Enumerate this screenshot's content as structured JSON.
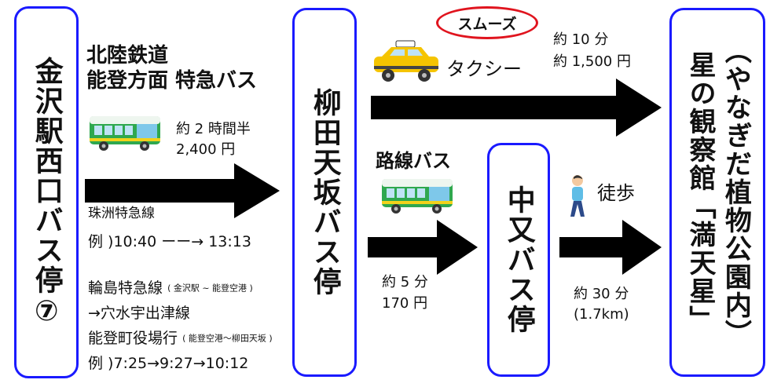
{
  "stations": {
    "kanazawa": "金沢駅西口バス停⑦",
    "yanagida": "柳田天坂バス停",
    "nakamata": "中又バス停",
    "observatory_sub": "（やなぎだ植物公園内）",
    "observatory": "星の観察館「満天星」"
  },
  "route1": {
    "operator": "北陸鉄道",
    "service": "能登方面 特急バス",
    "time": "約 2 時間半",
    "fare": "2,400 円",
    "line1_name": "珠洲特急線",
    "line1_example": "例 )10:40 ーー→ 13:13",
    "line2_name": "輪島特急線",
    "line2_note": "( 金沢駅 ~ 能登空港 )",
    "line2_cont": "→穴水宇出津線",
    "line3_name": "能登町役場行",
    "line3_note": "( 能登空港～柳田天坂 )",
    "line3_example": "例 )7:25→9:27→10:12"
  },
  "taxi": {
    "bubble": "スムーズ",
    "label": "タクシー",
    "time": "約 10 分",
    "fare": "約 1,500 円"
  },
  "route_bus": {
    "label": "路線バス",
    "time": "約 5 分",
    "fare": "170 円"
  },
  "walk": {
    "label": "徒歩",
    "time": "約 30 分",
    "distance": "(1.7km)"
  },
  "colors": {
    "border": "#1a1aff",
    "bubble": "#e0141e",
    "arrow": "#000000",
    "bus_green": "#2fa84f",
    "taxi_yellow": "#f5c400"
  }
}
